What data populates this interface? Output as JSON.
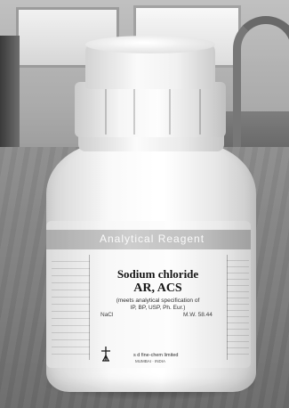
{
  "label": {
    "brand_band": "Analytical Reagent",
    "product_name": "Sodium chloride",
    "grade": "AR, ACS",
    "spec_line1": "(meets analytical specification of",
    "spec_line2": "IP, BP, USP, Ph. Eur.)",
    "formula": "NaCl",
    "molecular_weight": "M.W. 58.44",
    "company": "s d fine-chem limited",
    "company_sub": "MUMBAI · INDIA"
  }
}
